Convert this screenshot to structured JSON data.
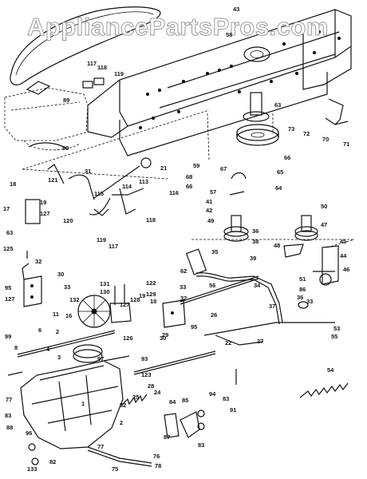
{
  "watermark": "AppliancePartsPros.com",
  "callouts": [
    {
      "id": "c43",
      "text": "43"
    },
    {
      "id": "c58",
      "text": "58"
    },
    {
      "id": "c117a",
      "text": "117"
    },
    {
      "id": "c118a",
      "text": "118"
    },
    {
      "id": "c119a",
      "text": "119"
    },
    {
      "id": "c89",
      "text": "89"
    },
    {
      "id": "c63",
      "text": "63"
    },
    {
      "id": "c73",
      "text": "73"
    },
    {
      "id": "c72",
      "text": "72"
    },
    {
      "id": "c70",
      "text": "70"
    },
    {
      "id": "c71",
      "text": "71"
    },
    {
      "id": "c99",
      "text": "99"
    },
    {
      "id": "c59",
      "text": "59"
    },
    {
      "id": "c68",
      "text": "68"
    },
    {
      "id": "c66a",
      "text": "66"
    },
    {
      "id": "c67",
      "text": "67"
    },
    {
      "id": "c66b",
      "text": "66"
    },
    {
      "id": "c65",
      "text": "65"
    },
    {
      "id": "c64",
      "text": "64"
    },
    {
      "id": "c31",
      "text": "31"
    },
    {
      "id": "c21",
      "text": "21"
    },
    {
      "id": "c121",
      "text": "121"
    },
    {
      "id": "c18",
      "text": "18"
    },
    {
      "id": "c115",
      "text": "115"
    },
    {
      "id": "c114",
      "text": "114"
    },
    {
      "id": "c113",
      "text": "113"
    },
    {
      "id": "c116",
      "text": "116"
    },
    {
      "id": "c41",
      "text": "41"
    },
    {
      "id": "c42",
      "text": "42"
    },
    {
      "id": "c57",
      "text": "57"
    },
    {
      "id": "c17",
      "text": "17"
    },
    {
      "id": "c19",
      "text": "19"
    },
    {
      "id": "c127a",
      "text": "127"
    },
    {
      "id": "c120",
      "text": "120"
    },
    {
      "id": "c118b",
      "text": "118"
    },
    {
      "id": "c49",
      "text": "49"
    },
    {
      "id": "c50",
      "text": "50"
    },
    {
      "id": "c47",
      "text": "47"
    },
    {
      "id": "c63b",
      "text": "63"
    },
    {
      "id": "c119b",
      "text": "119"
    },
    {
      "id": "c117b",
      "text": "117"
    },
    {
      "id": "c36",
      "text": "36"
    },
    {
      "id": "c38",
      "text": "38"
    },
    {
      "id": "c39",
      "text": "39"
    },
    {
      "id": "c48",
      "text": "48"
    },
    {
      "id": "c45",
      "text": "45"
    },
    {
      "id": "c44",
      "text": "44"
    },
    {
      "id": "c46",
      "text": "46"
    },
    {
      "id": "c125",
      "text": "125"
    },
    {
      "id": "c32a",
      "text": "32"
    },
    {
      "id": "c35",
      "text": "35"
    },
    {
      "id": "c62",
      "text": "62"
    },
    {
      "id": "c30a",
      "text": "30"
    },
    {
      "id": "c95a",
      "text": "95"
    },
    {
      "id": "c33a",
      "text": "33"
    },
    {
      "id": "c127b",
      "text": "127"
    },
    {
      "id": "c131",
      "text": "131"
    },
    {
      "id": "c130",
      "text": "130"
    },
    {
      "id": "c122",
      "text": "122"
    },
    {
      "id": "c129",
      "text": "129"
    },
    {
      "id": "c56",
      "text": "56"
    },
    {
      "id": "c34",
      "text": "34"
    },
    {
      "id": "c51",
      "text": "51"
    },
    {
      "id": "c86",
      "text": "86"
    },
    {
      "id": "c132",
      "text": "132"
    },
    {
      "id": "c128",
      "text": "128"
    },
    {
      "id": "c19b",
      "text": "19"
    },
    {
      "id": "c18b",
      "text": "18"
    },
    {
      "id": "c33b",
      "text": "33"
    },
    {
      "id": "c32b",
      "text": "32"
    },
    {
      "id": "c37",
      "text": "37"
    },
    {
      "id": "c36b",
      "text": "36"
    },
    {
      "id": "c33c",
      "text": "33"
    },
    {
      "id": "c16",
      "text": "16"
    },
    {
      "id": "c11",
      "text": "11"
    },
    {
      "id": "c127c",
      "text": "127"
    },
    {
      "id": "c26",
      "text": "26"
    },
    {
      "id": "c53",
      "text": "53"
    },
    {
      "id": "c2a",
      "text": "2"
    },
    {
      "id": "c99b",
      "text": "99"
    },
    {
      "id": "c6",
      "text": "6"
    },
    {
      "id": "c126",
      "text": "126"
    },
    {
      "id": "c30b",
      "text": "30"
    },
    {
      "id": "c95b",
      "text": "95"
    },
    {
      "id": "c4",
      "text": "4"
    },
    {
      "id": "c3",
      "text": "3"
    },
    {
      "id": "c97",
      "text": "97"
    },
    {
      "id": "c29",
      "text": "29"
    },
    {
      "id": "c22",
      "text": "22"
    },
    {
      "id": "c27",
      "text": "27"
    },
    {
      "id": "c93",
      "text": "93"
    },
    {
      "id": "c123",
      "text": "123"
    },
    {
      "id": "c55",
      "text": "55"
    },
    {
      "id": "c54",
      "text": "54"
    },
    {
      "id": "c28",
      "text": "28"
    },
    {
      "id": "c24",
      "text": "24"
    },
    {
      "id": "c25",
      "text": "25"
    },
    {
      "id": "c52",
      "text": "52"
    },
    {
      "id": "c94",
      "text": "94"
    },
    {
      "id": "c85",
      "text": "85"
    },
    {
      "id": "c83a",
      "text": "83"
    },
    {
      "id": "c84",
      "text": "84"
    },
    {
      "id": "c91",
      "text": "91"
    },
    {
      "id": "c77a",
      "text": "77"
    },
    {
      "id": "c83b",
      "text": "83"
    },
    {
      "id": "c1",
      "text": "1"
    },
    {
      "id": "c96",
      "text": "96"
    },
    {
      "id": "c2b",
      "text": "2"
    },
    {
      "id": "c88",
      "text": "88"
    },
    {
      "id": "c87",
      "text": "87"
    },
    {
      "id": "c83c",
      "text": "83"
    },
    {
      "id": "c77b",
      "text": "77"
    },
    {
      "id": "c76",
      "text": "76"
    },
    {
      "id": "c78",
      "text": "78"
    },
    {
      "id": "c75",
      "text": "75"
    },
    {
      "id": "c133",
      "text": "133"
    },
    {
      "id": "c82",
      "text": "82"
    },
    {
      "id": "c8",
      "text": "8"
    }
  ]
}
